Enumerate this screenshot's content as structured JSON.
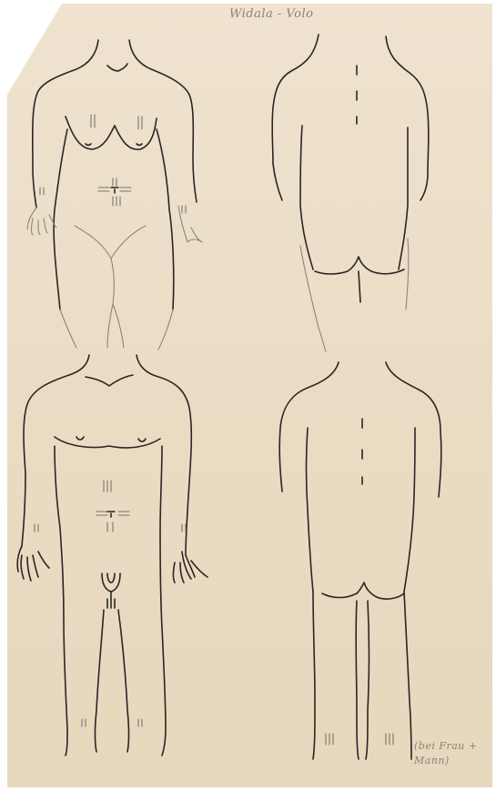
{
  "sheet": {
    "title_note": "Widala - Volo",
    "corner_note": "(bei Frau + Mann)"
  },
  "figures": [
    "female-front-figure",
    "female-back-figure",
    "male-front-figure",
    "male-back-figure"
  ],
  "colors": {
    "paper": "#eadbc3",
    "ink": "#2a2624",
    "pencil": "#8c857d"
  }
}
